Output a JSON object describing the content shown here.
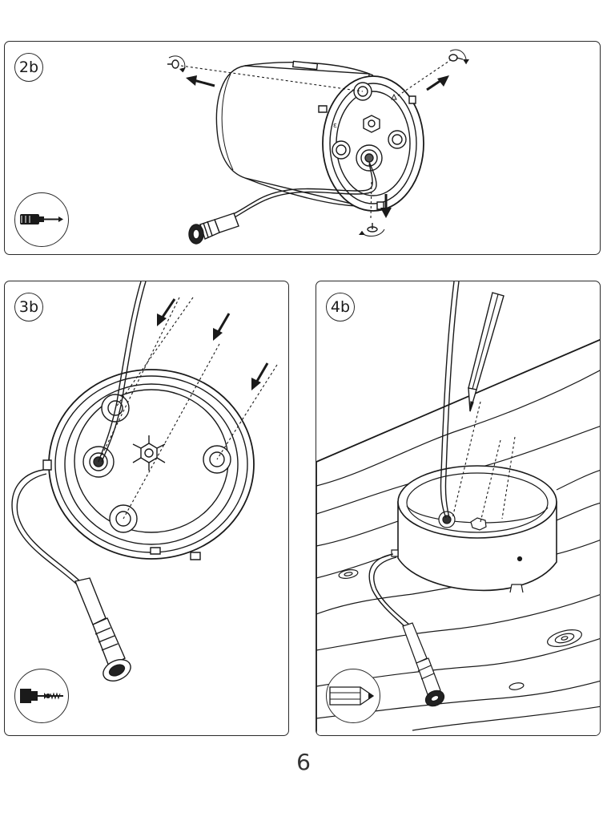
{
  "page": {
    "number": "6"
  },
  "steps": [
    {
      "label": "2b",
      "tool_icon": "screwdriver-icon"
    },
    {
      "label": "3b",
      "tool_icon": "drill-screw-icon"
    },
    {
      "label": "4b",
      "tool_icon": "pencil-icon"
    }
  ]
}
